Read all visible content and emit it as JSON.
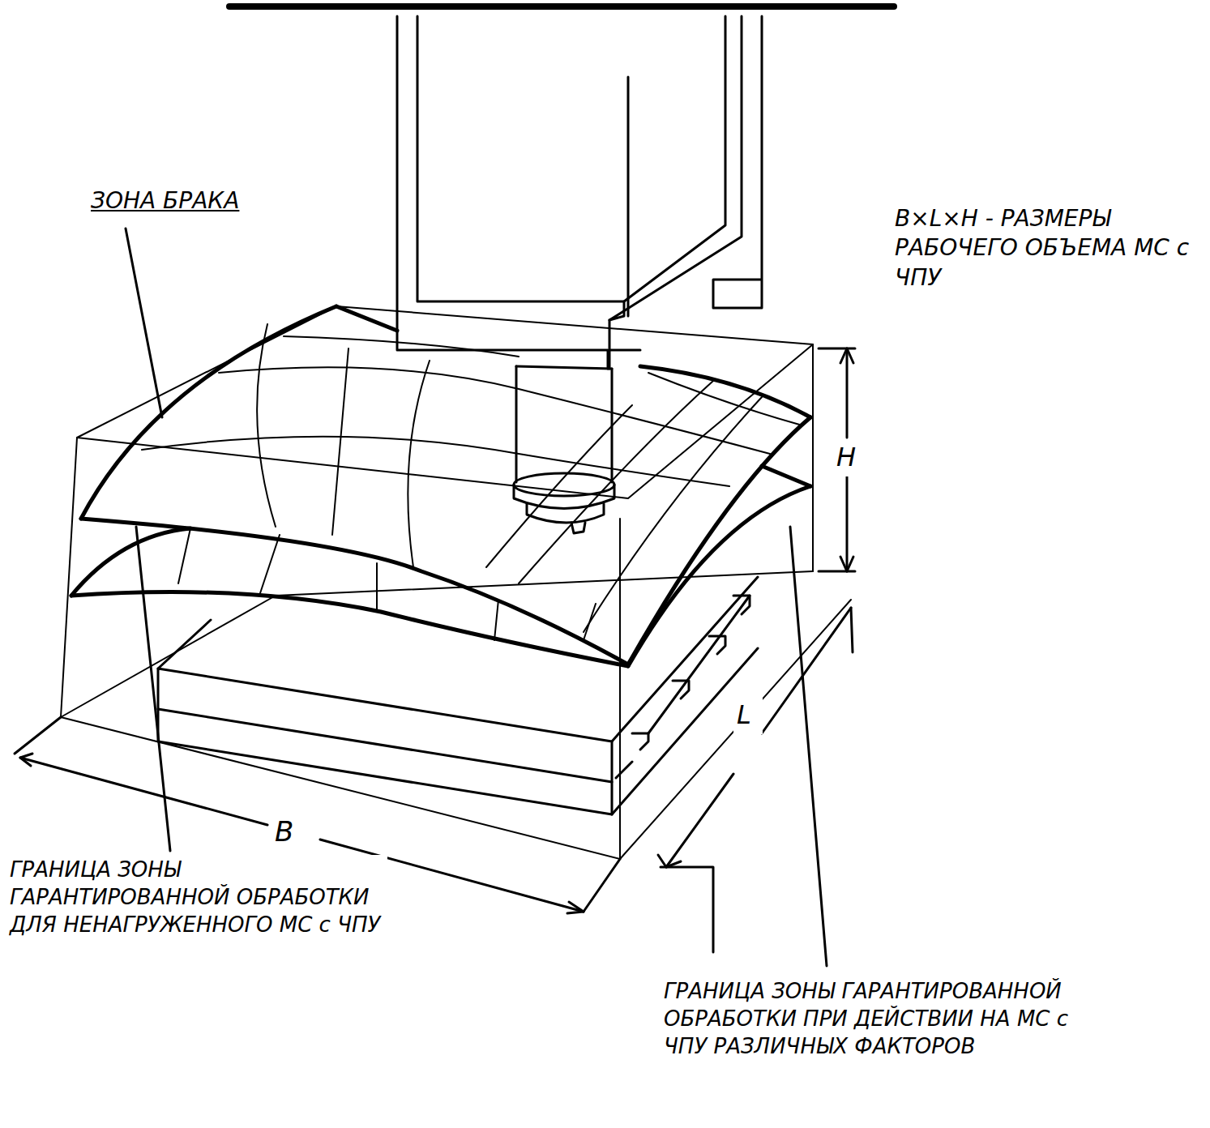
{
  "diagram": {
    "labels": [
      "ЗОНА БРАКА",
      "B×L×H - РАЗМЕРЫ РАБОЧЕГО ОБЪЕМА МС с ЧПУ",
      "H",
      "L",
      "B",
      "ГРАНИЦА ЗОНЫ ГАРАНТИРОВАННОЙ ОБРАБОТКИ ДЛЯ НЕНАГРУЖЕННОГО МС с ЧПУ",
      "ГРАНИЦА ЗОНЫ ГАРАНТИРОВАННОЙ ОБРАБОТКИ ПРИ ДЕЙСТВИИ НА МС с ЧПУ РАЗЛИЧНЫХ ФАКТОРОВ"
    ]
  }
}
